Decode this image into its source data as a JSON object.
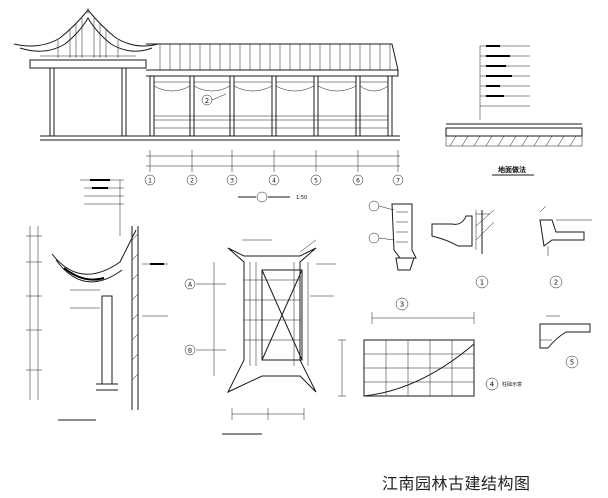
{
  "caption": "江南园林古建结构图",
  "labels": {
    "callout_top": "2",
    "callout_1": "1",
    "callout_2": "2",
    "callout_3": "3",
    "callout_4": "4",
    "callout_5": "5",
    "callout_4_note": "柱础示意",
    "ground_title": "地面做法",
    "elev_scale": "1:50",
    "axis_a": "A",
    "axis_b": "B"
  },
  "grid_numbers": [
    "1",
    "2",
    "3",
    "4",
    "5",
    "6",
    "7"
  ]
}
